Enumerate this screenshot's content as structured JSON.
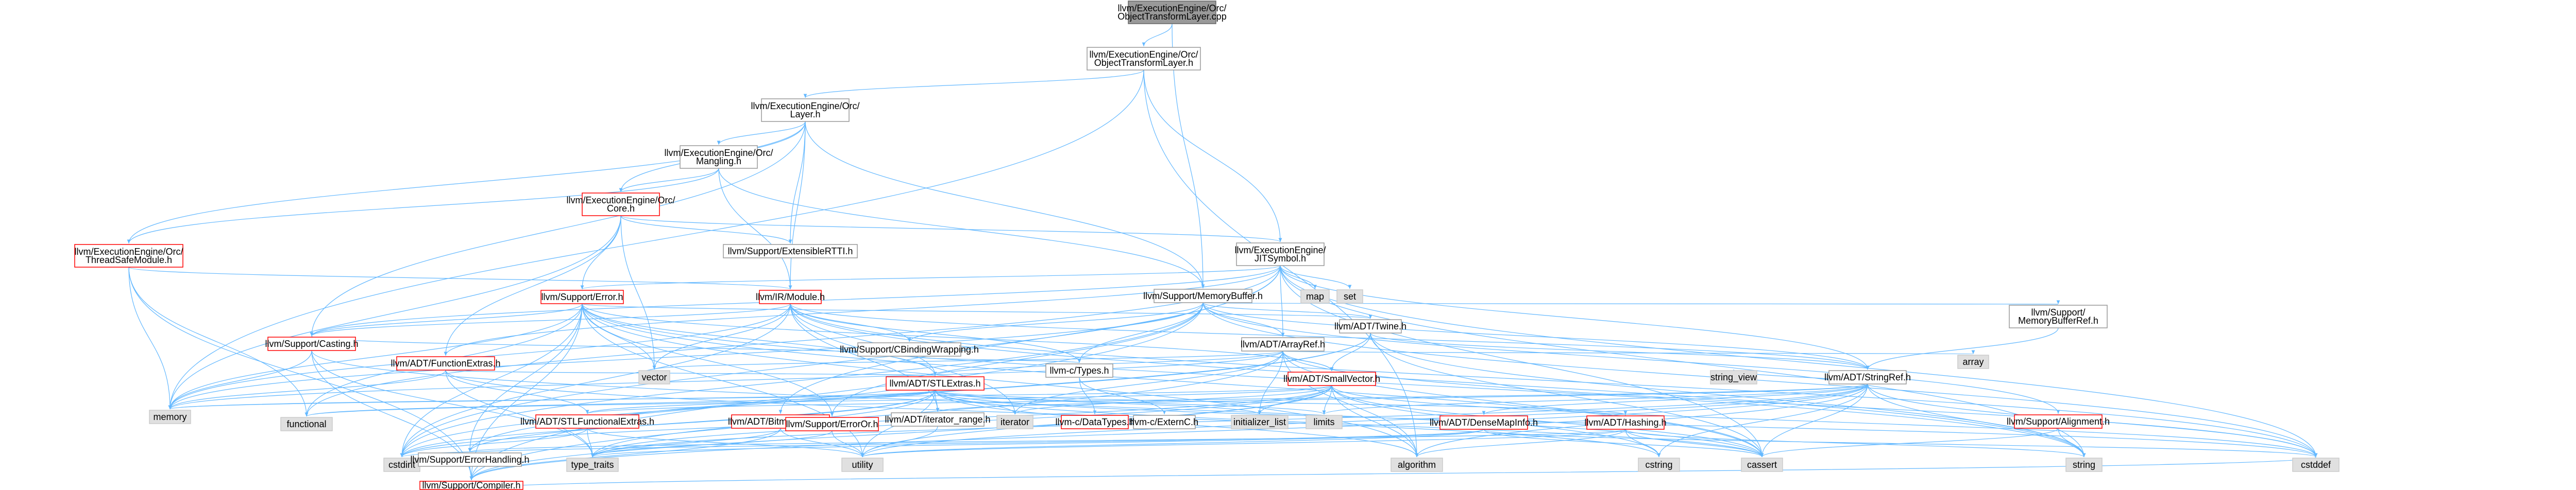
{
  "colors": {
    "edge": "#63b8ff",
    "node_border_default": "#999999",
    "node_border_red": "#ff0000",
    "node_border_gray": "#cccccc",
    "node_fill_default": "#ffffff",
    "node_fill_gray": "#e0e0e0",
    "node_fill_root": "#999999"
  },
  "nodes": [
    {
      "id": "root",
      "label": "llvm/ExecutionEngine/Orc/ObjectTransformLayer.cpp",
      "kind": "root"
    },
    {
      "id": "otl",
      "label": "llvm/ExecutionEngine/Orc/ObjectTransformLayer.h",
      "kind": "default"
    },
    {
      "id": "layer",
      "label": "llvm/ExecutionEngine/Orc/Layer.h",
      "kind": "default"
    },
    {
      "id": "mangling",
      "label": "llvm/ExecutionEngine/Orc/Mangling.h",
      "kind": "default"
    },
    {
      "id": "core",
      "label": "llvm/ExecutionEngine/Orc/Core.h",
      "kind": "red"
    },
    {
      "id": "tsm",
      "label": "llvm/ExecutionEngine/Orc/ThreadSafeModule.h",
      "kind": "red"
    },
    {
      "id": "extrtti",
      "label": "llvm/Support/ExtensibleRTTI.h",
      "kind": "default"
    },
    {
      "id": "jitsym",
      "label": "llvm/ExecutionEngine/JITSymbol.h",
      "kind": "default"
    },
    {
      "id": "map",
      "label": "map",
      "kind": "gray"
    },
    {
      "id": "set",
      "label": "set",
      "kind": "gray"
    },
    {
      "id": "memorybuffer",
      "label": "llvm/Support/MemoryBuffer.h",
      "kind": "default"
    },
    {
      "id": "error",
      "label": "llvm/Support/Error.h",
      "kind": "red"
    },
    {
      "id": "module",
      "label": "llvm/IR/Module.h",
      "kind": "red"
    },
    {
      "id": "cbinding",
      "label": "llvm/Support/CBindingWrapping.h",
      "kind": "default"
    },
    {
      "id": "arrayref",
      "label": "llvm/ADT/ArrayRef.h",
      "kind": "default"
    },
    {
      "id": "twine",
      "label": "llvm/ADT/Twine.h",
      "kind": "default"
    },
    {
      "id": "mbref",
      "label": "llvm/Support/MemoryBufferRef.h",
      "kind": "default"
    },
    {
      "id": "casting",
      "label": "llvm/Support/Casting.h",
      "kind": "red"
    },
    {
      "id": "functionextras",
      "label": "llvm/ADT/FunctionExtras.h",
      "kind": "red"
    },
    {
      "id": "stlextras",
      "label": "llvm/ADT/STLExtras.h",
      "kind": "red"
    },
    {
      "id": "ctypes",
      "label": "llvm-c/Types.h",
      "kind": "default"
    },
    {
      "id": "smallvector",
      "label": "llvm/ADT/SmallVector.h",
      "kind": "red"
    },
    {
      "id": "array",
      "label": "array",
      "kind": "gray"
    },
    {
      "id": "stringref",
      "label": "llvm/ADT/StringRef.h",
      "kind": "default"
    },
    {
      "id": "vector",
      "label": "vector",
      "kind": "gray"
    },
    {
      "id": "memory",
      "label": "memory",
      "kind": "gray"
    },
    {
      "id": "functional",
      "label": "functional",
      "kind": "gray"
    },
    {
      "id": "stlfunc",
      "label": "llvm/ADT/STLFunctionalExtras.h",
      "kind": "red"
    },
    {
      "id": "bitmaskenum",
      "label": "llvm/ADT/BitmaskEnum.h",
      "kind": "red"
    },
    {
      "id": "erroror",
      "label": "llvm/Support/ErrorOr.h",
      "kind": "red"
    },
    {
      "id": "iterrange",
      "label": "llvm/ADT/iterator_range.h",
      "kind": "default"
    },
    {
      "id": "iterator",
      "label": "iterator",
      "kind": "gray"
    },
    {
      "id": "datatypes",
      "label": "llvm-c/DataTypes.h",
      "kind": "red"
    },
    {
      "id": "externc",
      "label": "llvm-c/ExternC.h",
      "kind": "default"
    },
    {
      "id": "initlist",
      "label": "initializer_list",
      "kind": "gray"
    },
    {
      "id": "limits",
      "label": "limits",
      "kind": "gray"
    },
    {
      "id": "densemapinfo",
      "label": "llvm/ADT/DenseMapInfo.h",
      "kind": "red"
    },
    {
      "id": "hashing",
      "label": "llvm/ADT/Hashing.h",
      "kind": "red"
    },
    {
      "id": "stringview",
      "label": "string_view",
      "kind": "gray"
    },
    {
      "id": "alignment",
      "label": "llvm/Support/Alignment.h",
      "kind": "red"
    },
    {
      "id": "cstdint",
      "label": "cstdint",
      "kind": "gray"
    },
    {
      "id": "typetraits",
      "label": "type_traits",
      "kind": "gray"
    },
    {
      "id": "errhandling",
      "label": "llvm/Support/ErrorHandling.h",
      "kind": "default"
    },
    {
      "id": "utility",
      "label": "utility",
      "kind": "gray"
    },
    {
      "id": "algorithm",
      "label": "algorithm",
      "kind": "gray"
    },
    {
      "id": "cstring",
      "label": "cstring",
      "kind": "gray"
    },
    {
      "id": "cassert",
      "label": "cassert",
      "kind": "gray"
    },
    {
      "id": "string",
      "label": "string",
      "kind": "gray"
    },
    {
      "id": "cstddef",
      "label": "cstddef",
      "kind": "gray"
    },
    {
      "id": "compiler",
      "label": "llvm/Support/Compiler.h",
      "kind": "red"
    }
  ],
  "edges": [
    [
      "root",
      "otl"
    ],
    [
      "root",
      "memorybuffer"
    ],
    [
      "otl",
      "layer"
    ],
    [
      "otl",
      "jitsym"
    ],
    [
      "otl",
      "memory"
    ],
    [
      "otl",
      "algorithm"
    ],
    [
      "layer",
      "mangling"
    ],
    [
      "layer",
      "core"
    ],
    [
      "layer",
      "tsm"
    ],
    [
      "layer",
      "extrtti"
    ],
    [
      "layer",
      "memorybuffer"
    ],
    [
      "layer",
      "module"
    ],
    [
      "layer",
      "casting"
    ],
    [
      "mangling",
      "core"
    ],
    [
      "mangling",
      "module"
    ],
    [
      "mangling",
      "memorybuffer"
    ],
    [
      "mangling",
      "tsm"
    ],
    [
      "core",
      "jitsym"
    ],
    [
      "core",
      "extrtti"
    ],
    [
      "core",
      "functionextras"
    ],
    [
      "core",
      "vector"
    ],
    [
      "core",
      "memory"
    ],
    [
      "core",
      "error"
    ],
    [
      "tsm",
      "module"
    ],
    [
      "tsm",
      "memory"
    ],
    [
      "tsm",
      "functional"
    ],
    [
      "tsm",
      "compiler"
    ],
    [
      "jitsym",
      "map"
    ],
    [
      "jitsym",
      "set"
    ],
    [
      "jitsym",
      "error"
    ],
    [
      "jitsym",
      "arrayref"
    ],
    [
      "jitsym",
      "stringref"
    ],
    [
      "jitsym",
      "bitmaskenum"
    ],
    [
      "jitsym",
      "functionextras"
    ],
    [
      "jitsym",
      "cassert"
    ],
    [
      "jitsym",
      "cstddef"
    ],
    [
      "jitsym",
      "cstdint"
    ],
    [
      "jitsym",
      "functional"
    ],
    [
      "jitsym",
      "string"
    ],
    [
      "jitsym",
      "casting"
    ],
    [
      "memorybuffer",
      "ctypes"
    ],
    [
      "memorybuffer",
      "arrayref"
    ],
    [
      "memorybuffer",
      "stringref"
    ],
    [
      "memorybuffer",
      "twine"
    ],
    [
      "memorybuffer",
      "cbinding"
    ],
    [
      "memorybuffer",
      "mbref"
    ],
    [
      "memorybuffer",
      "erroror"
    ],
    [
      "memorybuffer",
      "alignment"
    ],
    [
      "memorybuffer",
      "memory"
    ],
    [
      "memorybuffer",
      "cstddef"
    ],
    [
      "memorybuffer",
      "cstdint"
    ],
    [
      "memorybuffer",
      "compiler"
    ],
    [
      "error",
      "stlextras"
    ],
    [
      "error",
      "smallvector"
    ],
    [
      "error",
      "twine"
    ],
    [
      "error",
      "compiler"
    ],
    [
      "error",
      "errhandling"
    ],
    [
      "error",
      "erroror"
    ],
    [
      "error",
      "casting"
    ],
    [
      "error",
      "algorithm"
    ],
    [
      "error",
      "cassert"
    ],
    [
      "error",
      "cstdint"
    ],
    [
      "error",
      "cstdlib"
    ],
    [
      "error",
      "functional"
    ],
    [
      "error",
      "memory"
    ],
    [
      "error",
      "new"
    ],
    [
      "error",
      "string"
    ],
    [
      "error",
      "system_error"
    ],
    [
      "error",
      "type_traits"
    ],
    [
      "error",
      "utility"
    ],
    [
      "error",
      "vector"
    ],
    [
      "module",
      "ctypes"
    ],
    [
      "module",
      "stlextras"
    ],
    [
      "module",
      "stringref"
    ],
    [
      "module",
      "iterrange"
    ],
    [
      "module",
      "cbinding"
    ],
    [
      "module",
      "casting"
    ],
    [
      "module",
      "cstddef"
    ],
    [
      "module",
      "cstdint"
    ],
    [
      "module",
      "iterator"
    ],
    [
      "module",
      "memory"
    ],
    [
      "module",
      "optional"
    ],
    [
      "module",
      "string"
    ],
    [
      "module",
      "vector"
    ],
    [
      "cbinding",
      "ctypes"
    ],
    [
      "cbinding",
      "casting"
    ],
    [
      "arrayref",
      "smallvector"
    ],
    [
      "arrayref",
      "stlextras"
    ],
    [
      "arrayref",
      "compiler"
    ],
    [
      "arrayref",
      "algorithm"
    ],
    [
      "arrayref",
      "array"
    ],
    [
      "arrayref",
      "cassert"
    ],
    [
      "arrayref",
      "cstddef"
    ],
    [
      "arrayref",
      "initlist"
    ],
    [
      "arrayref",
      "iterator"
    ],
    [
      "arrayref",
      "memory"
    ],
    [
      "arrayref",
      "type_traits"
    ],
    [
      "arrayref",
      "vector"
    ],
    [
      "twine",
      "smallvector"
    ],
    [
      "twine",
      "stringref"
    ],
    [
      "twine",
      "errhandling"
    ],
    [
      "twine",
      "cassert"
    ],
    [
      "twine",
      "cstdint"
    ],
    [
      "twine",
      "string"
    ],
    [
      "twine",
      "string_view"
    ],
    [
      "mbref",
      "stringref"
    ],
    [
      "casting",
      "compiler"
    ],
    [
      "casting",
      "typetraits"
    ],
    [
      "casting",
      "cassert"
    ],
    [
      "casting",
      "memory"
    ],
    [
      "casting",
      "optional"
    ],
    [
      "functionextras",
      "stlextras"
    ],
    [
      "functionextras",
      "stlfunc"
    ],
    [
      "functionextras",
      "memory"
    ],
    [
      "functionextras",
      "typetraits"
    ],
    [
      "functionextras",
      "cstring"
    ],
    [
      "stlextras",
      "stlfunc"
    ],
    [
      "stlextras",
      "hashing"
    ],
    [
      "stlextras",
      "iterrange"
    ],
    [
      "stlextras",
      "iterator"
    ],
    [
      "stlextras",
      "errhandling"
    ],
    [
      "stlextras",
      "algorithm"
    ],
    [
      "stlextras",
      "cassert"
    ],
    [
      "stlextras",
      "cstddef"
    ],
    [
      "stlextras",
      "cstdint"
    ],
    [
      "stlextras",
      "functional"
    ],
    [
      "stlextras",
      "initlist"
    ],
    [
      "stlextras",
      "limits"
    ],
    [
      "stlextras",
      "memory"
    ],
    [
      "stlextras",
      "typetraits"
    ],
    [
      "stlextras",
      "utility"
    ],
    [
      "ctypes",
      "datatypes"
    ],
    [
      "ctypes",
      "externc"
    ],
    [
      "smallvector",
      "compiler"
    ],
    [
      "smallvector",
      "algorithm"
    ],
    [
      "smallvector",
      "cassert"
    ],
    [
      "smallvector",
      "cstddef"
    ],
    [
      "smallvector",
      "cstdint"
    ],
    [
      "smallvector",
      "cstring"
    ],
    [
      "smallvector",
      "functional"
    ],
    [
      "smallvector",
      "initlist"
    ],
    [
      "smallvector",
      "iterator"
    ],
    [
      "smallvector",
      "limits"
    ],
    [
      "smallvector",
      "memory"
    ],
    [
      "smallvector",
      "typetraits"
    ],
    [
      "smallvector",
      "utility"
    ],
    [
      "stringref",
      "densemapinfo"
    ],
    [
      "stringref",
      "stlfunc"
    ],
    [
      "stringref",
      "iterrange"
    ],
    [
      "stringref",
      "compiler"
    ],
    [
      "stringref",
      "algorithm"
    ],
    [
      "stringref",
      "cassert"
    ],
    [
      "stringref",
      "cstddef"
    ],
    [
      "stringref",
      "cstring"
    ],
    [
      "stringref",
      "limits"
    ],
    [
      "stringref",
      "string"
    ],
    [
      "stringref",
      "stringview"
    ],
    [
      "stringref",
      "typetraits"
    ],
    [
      "stringref",
      "utility"
    ],
    [
      "stlfunc",
      "stlextras"
    ],
    [
      "stlfunc",
      "typetraits"
    ],
    [
      "stlfunc",
      "utility"
    ],
    [
      "stlfunc",
      "cstdint"
    ],
    [
      "bitmaskenum",
      "compiler"
    ],
    [
      "bitmaskenum",
      "typetraits"
    ],
    [
      "bitmaskenum",
      "utility"
    ],
    [
      "erroror",
      "typetraits"
    ],
    [
      "erroror",
      "utility"
    ],
    [
      "iterrange",
      "utility"
    ],
    [
      "densemapinfo",
      "hashing"
    ],
    [
      "densemapinfo",
      "cassert"
    ],
    [
      "densemapinfo",
      "cstddef"
    ],
    [
      "densemapinfo",
      "cstdint"
    ],
    [
      "densemapinfo",
      "tuple"
    ],
    [
      "densemapinfo",
      "typetraits"
    ],
    [
      "densemapinfo",
      "utility"
    ],
    [
      "hashing",
      "errhandling"
    ],
    [
      "hashing",
      "algorithm"
    ],
    [
      "hashing",
      "cassert"
    ],
    [
      "hashing",
      "cstring"
    ],
    [
      "hashing",
      "string"
    ],
    [
      "hashing",
      "tuple"
    ],
    [
      "hashing",
      "utility"
    ],
    [
      "alignment",
      "cassert"
    ],
    [
      "alignment",
      "optional"
    ],
    [
      "alignment",
      "string"
    ],
    [
      "errhandling",
      "compiler"
    ],
    [
      "compiler",
      "cstddef"
    ]
  ]
}
